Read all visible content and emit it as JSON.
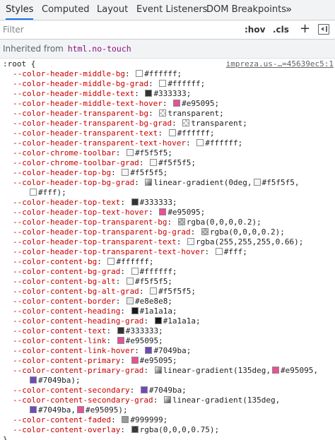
{
  "tabs": [
    {
      "label": "Styles",
      "active": true
    },
    {
      "label": "Computed"
    },
    {
      "label": "Layout"
    },
    {
      "label": "Event Listeners"
    },
    {
      "label": "DOM Breakpoints"
    }
  ],
  "tab_more_label": "»",
  "filter": {
    "placeholder": "Filter",
    "value": "",
    "hov_label": ":hov",
    "cls_label": ".cls",
    "plus_label": "+"
  },
  "inherited": {
    "prefix": "Inherited from",
    "selector": "html.no-touch"
  },
  "rule": {
    "selector": ":root",
    "open_brace": "{",
    "source": "impreza.us-…=45639ec5:1",
    "close_brace": "}",
    "declarations": [
      {
        "prop": "--color-header-middle-bg",
        "lines": [
          [
            {
              "swatch": "#ffffff"
            },
            {
              "text": "#ffffff;"
            }
          ]
        ]
      },
      {
        "prop": "--color-header-middle-bg-grad",
        "lines": [
          [
            {
              "swatch": "#ffffff"
            },
            {
              "text": "#ffffff;"
            }
          ]
        ]
      },
      {
        "prop": "--color-header-middle-text",
        "lines": [
          [
            {
              "swatch": "#333333"
            },
            {
              "text": "#333333;"
            }
          ]
        ]
      },
      {
        "prop": "--color-header-middle-text-hover",
        "lines": [
          [
            {
              "swatch": "#e95095"
            },
            {
              "text": "#e95095;"
            }
          ]
        ]
      },
      {
        "prop": "--color-header-transparent-bg",
        "lines": [
          [
            {
              "swatch": "transparent"
            },
            {
              "text": "transparent;"
            }
          ]
        ]
      },
      {
        "prop": "--color-header-transparent-bg-grad",
        "lines": [
          [
            {
              "swatch": "transparent"
            },
            {
              "text": "transparent;"
            }
          ]
        ]
      },
      {
        "prop": "--color-header-transparent-text",
        "lines": [
          [
            {
              "swatch": "#ffffff"
            },
            {
              "text": "#ffffff;"
            }
          ]
        ]
      },
      {
        "prop": "--color-header-transparent-text-hover",
        "lines": [
          [
            {
              "swatch": "#ffffff"
            },
            {
              "text": "#ffffff;"
            }
          ]
        ]
      },
      {
        "prop": "--color-chrome-toolbar",
        "lines": [
          [
            {
              "swatch": "#f5f5f5"
            },
            {
              "text": "#f5f5f5;"
            }
          ]
        ]
      },
      {
        "prop": "--color-chrome-toolbar-grad",
        "lines": [
          [
            {
              "swatch": "#f5f5f5"
            },
            {
              "text": "#f5f5f5;"
            }
          ]
        ]
      },
      {
        "prop": "--color-header-top-bg",
        "lines": [
          [
            {
              "swatch": "#f5f5f5"
            },
            {
              "text": "#f5f5f5;"
            }
          ]
        ]
      },
      {
        "prop": "--color-header-top-bg-grad",
        "lines": [
          [
            {
              "swatch": "gradient"
            },
            {
              "text": "linear-gradient(0deg,"
            },
            {
              "swatch": "#f5f5f5"
            },
            {
              "text": "#f5f5f5,"
            }
          ],
          [
            {
              "swatch": "#ffffff"
            },
            {
              "text": "#fff);"
            }
          ]
        ]
      },
      {
        "prop": "--color-header-top-text",
        "lines": [
          [
            {
              "swatch": "#333333"
            },
            {
              "text": "#333333;"
            }
          ]
        ]
      },
      {
        "prop": "--color-header-top-text-hover",
        "lines": [
          [
            {
              "swatch": "#e95095"
            },
            {
              "text": "#e95095;"
            }
          ]
        ]
      },
      {
        "prop": "--color-header-top-transparent-bg",
        "lines": [
          [
            {
              "swatch": "rgba(0,0,0,0.2)"
            },
            {
              "text": "rgba(0,0,0,0.2);"
            }
          ]
        ]
      },
      {
        "prop": "--color-header-top-transparent-bg-grad",
        "lines": [
          [
            {
              "swatch": "rgba(0,0,0,0.2)"
            },
            {
              "text": "rgba(0,0,0,0.2);"
            }
          ]
        ]
      },
      {
        "prop": "--color-header-top-transparent-text",
        "lines": [
          [
            {
              "swatch": "rgba(255,255,255,0.66)"
            },
            {
              "text": "rgba(255,255,255,0.66);"
            }
          ]
        ]
      },
      {
        "prop": "--color-header-top-transparent-text-hover",
        "lines": [
          [
            {
              "swatch": "#ffffff"
            },
            {
              "text": "#fff;"
            }
          ]
        ]
      },
      {
        "prop": "--color-content-bg",
        "lines": [
          [
            {
              "swatch": "#ffffff"
            },
            {
              "text": "#ffffff;"
            }
          ]
        ]
      },
      {
        "prop": "--color-content-bg-grad",
        "lines": [
          [
            {
              "swatch": "#ffffff"
            },
            {
              "text": "#ffffff;"
            }
          ]
        ]
      },
      {
        "prop": "--color-content-bg-alt",
        "lines": [
          [
            {
              "swatch": "#f5f5f5"
            },
            {
              "text": "#f5f5f5;"
            }
          ]
        ]
      },
      {
        "prop": "--color-content-bg-alt-grad",
        "lines": [
          [
            {
              "swatch": "#f5f5f5"
            },
            {
              "text": "#f5f5f5;"
            }
          ]
        ]
      },
      {
        "prop": "--color-content-border",
        "lines": [
          [
            {
              "swatch": "#e8e8e8"
            },
            {
              "text": "#e8e8e8;"
            }
          ]
        ]
      },
      {
        "prop": "--color-content-heading",
        "lines": [
          [
            {
              "swatch": "#1a1a1a"
            },
            {
              "text": "#1a1a1a;"
            }
          ]
        ]
      },
      {
        "prop": "--color-content-heading-grad",
        "lines": [
          [
            {
              "swatch": "#1a1a1a"
            },
            {
              "text": "#1a1a1a;"
            }
          ]
        ]
      },
      {
        "prop": "--color-content-text",
        "lines": [
          [
            {
              "swatch": "#333333"
            },
            {
              "text": "#333333;"
            }
          ]
        ]
      },
      {
        "prop": "--color-content-link",
        "lines": [
          [
            {
              "swatch": "#e95095"
            },
            {
              "text": "#e95095;"
            }
          ]
        ]
      },
      {
        "prop": "--color-content-link-hover",
        "lines": [
          [
            {
              "swatch": "#7049ba"
            },
            {
              "text": "#7049ba;"
            }
          ]
        ]
      },
      {
        "prop": "--color-content-primary",
        "lines": [
          [
            {
              "swatch": "#e95095"
            },
            {
              "text": "#e95095;"
            }
          ]
        ]
      },
      {
        "prop": "--color-content-primary-grad",
        "lines": [
          [
            {
              "swatch": "gradient"
            },
            {
              "text": "linear-gradient(135deg,"
            },
            {
              "swatch": "#e95095"
            },
            {
              "text": "#e95095,"
            }
          ],
          [
            {
              "swatch": "#7049ba"
            },
            {
              "text": "#7049ba);"
            }
          ]
        ]
      },
      {
        "prop": "--color-content-secondary",
        "lines": [
          [
            {
              "swatch": "#7049ba"
            },
            {
              "text": "#7049ba;"
            }
          ]
        ]
      },
      {
        "prop": "--color-content-secondary-grad",
        "lines": [
          [
            {
              "swatch": "gradient"
            },
            {
              "text": "linear-gradient(135deg,"
            }
          ],
          [
            {
              "swatch": "#7049ba"
            },
            {
              "text": "#7049ba,"
            },
            {
              "swatch": "#e95095"
            },
            {
              "text": "#e95095);"
            }
          ]
        ]
      },
      {
        "prop": "--color-content-faded",
        "lines": [
          [
            {
              "swatch": "#999999"
            },
            {
              "text": "#999999;"
            }
          ]
        ]
      },
      {
        "prop": "--color-content-overlay",
        "lines": [
          [
            {
              "swatch": "rgba(0,0,0,0.75)"
            },
            {
              "text": "rgba(0,0,0,0.75);"
            }
          ]
        ]
      }
    ]
  }
}
